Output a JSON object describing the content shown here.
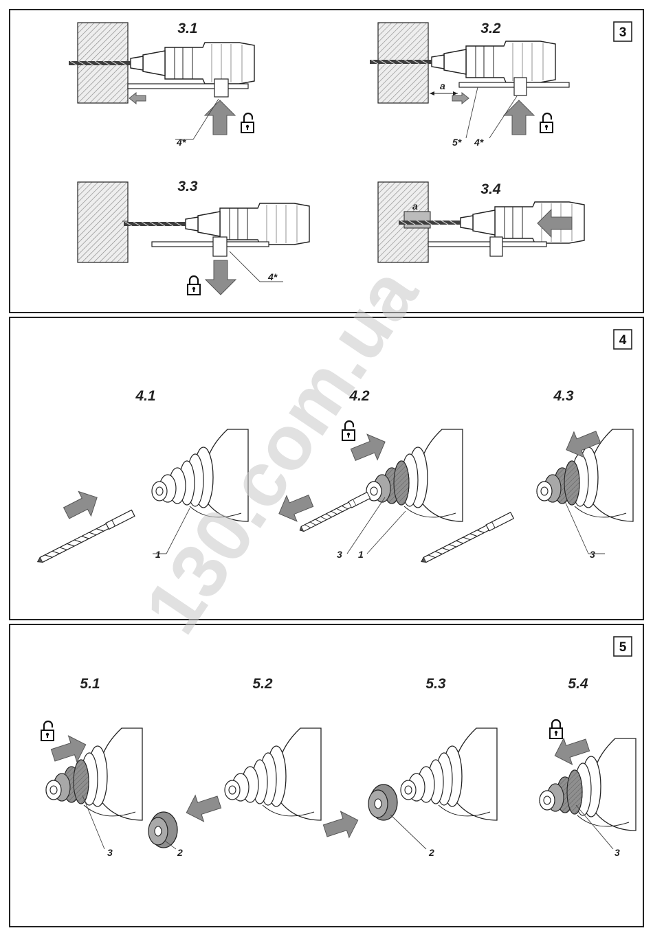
{
  "watermark": "130.com.ua",
  "panels": [
    {
      "badge": "3",
      "figures": [
        {
          "title": "3.1",
          "callouts": [
            "4*"
          ],
          "lock": "unlocked"
        },
        {
          "title": "3.2",
          "callouts": [
            "a",
            "5*",
            "4*"
          ],
          "lock": "unlocked"
        },
        {
          "title": "3.3",
          "callouts": [
            "4*"
          ],
          "lock": "locked"
        },
        {
          "title": "3.4",
          "callouts": [
            "a"
          ],
          "lock": "none"
        }
      ]
    },
    {
      "badge": "4",
      "figures": [
        {
          "title": "4.1",
          "callouts": [
            "1"
          ],
          "lock": "none"
        },
        {
          "title": "4.2",
          "callouts": [
            "3",
            "1"
          ],
          "lock": "unlocked"
        },
        {
          "title": "4.3",
          "callouts": [
            "3"
          ],
          "lock": "none"
        }
      ]
    },
    {
      "badge": "5",
      "figures": [
        {
          "title": "5.1",
          "callouts": [
            "3"
          ],
          "lock": "unlocked"
        },
        {
          "title": "5.2",
          "callouts": [
            "2"
          ],
          "lock": "none"
        },
        {
          "title": "5.3",
          "callouts": [
            "2"
          ],
          "lock": "none"
        },
        {
          "title": "5.4",
          "callouts": [
            "3"
          ],
          "lock": "locked"
        }
      ]
    }
  ]
}
